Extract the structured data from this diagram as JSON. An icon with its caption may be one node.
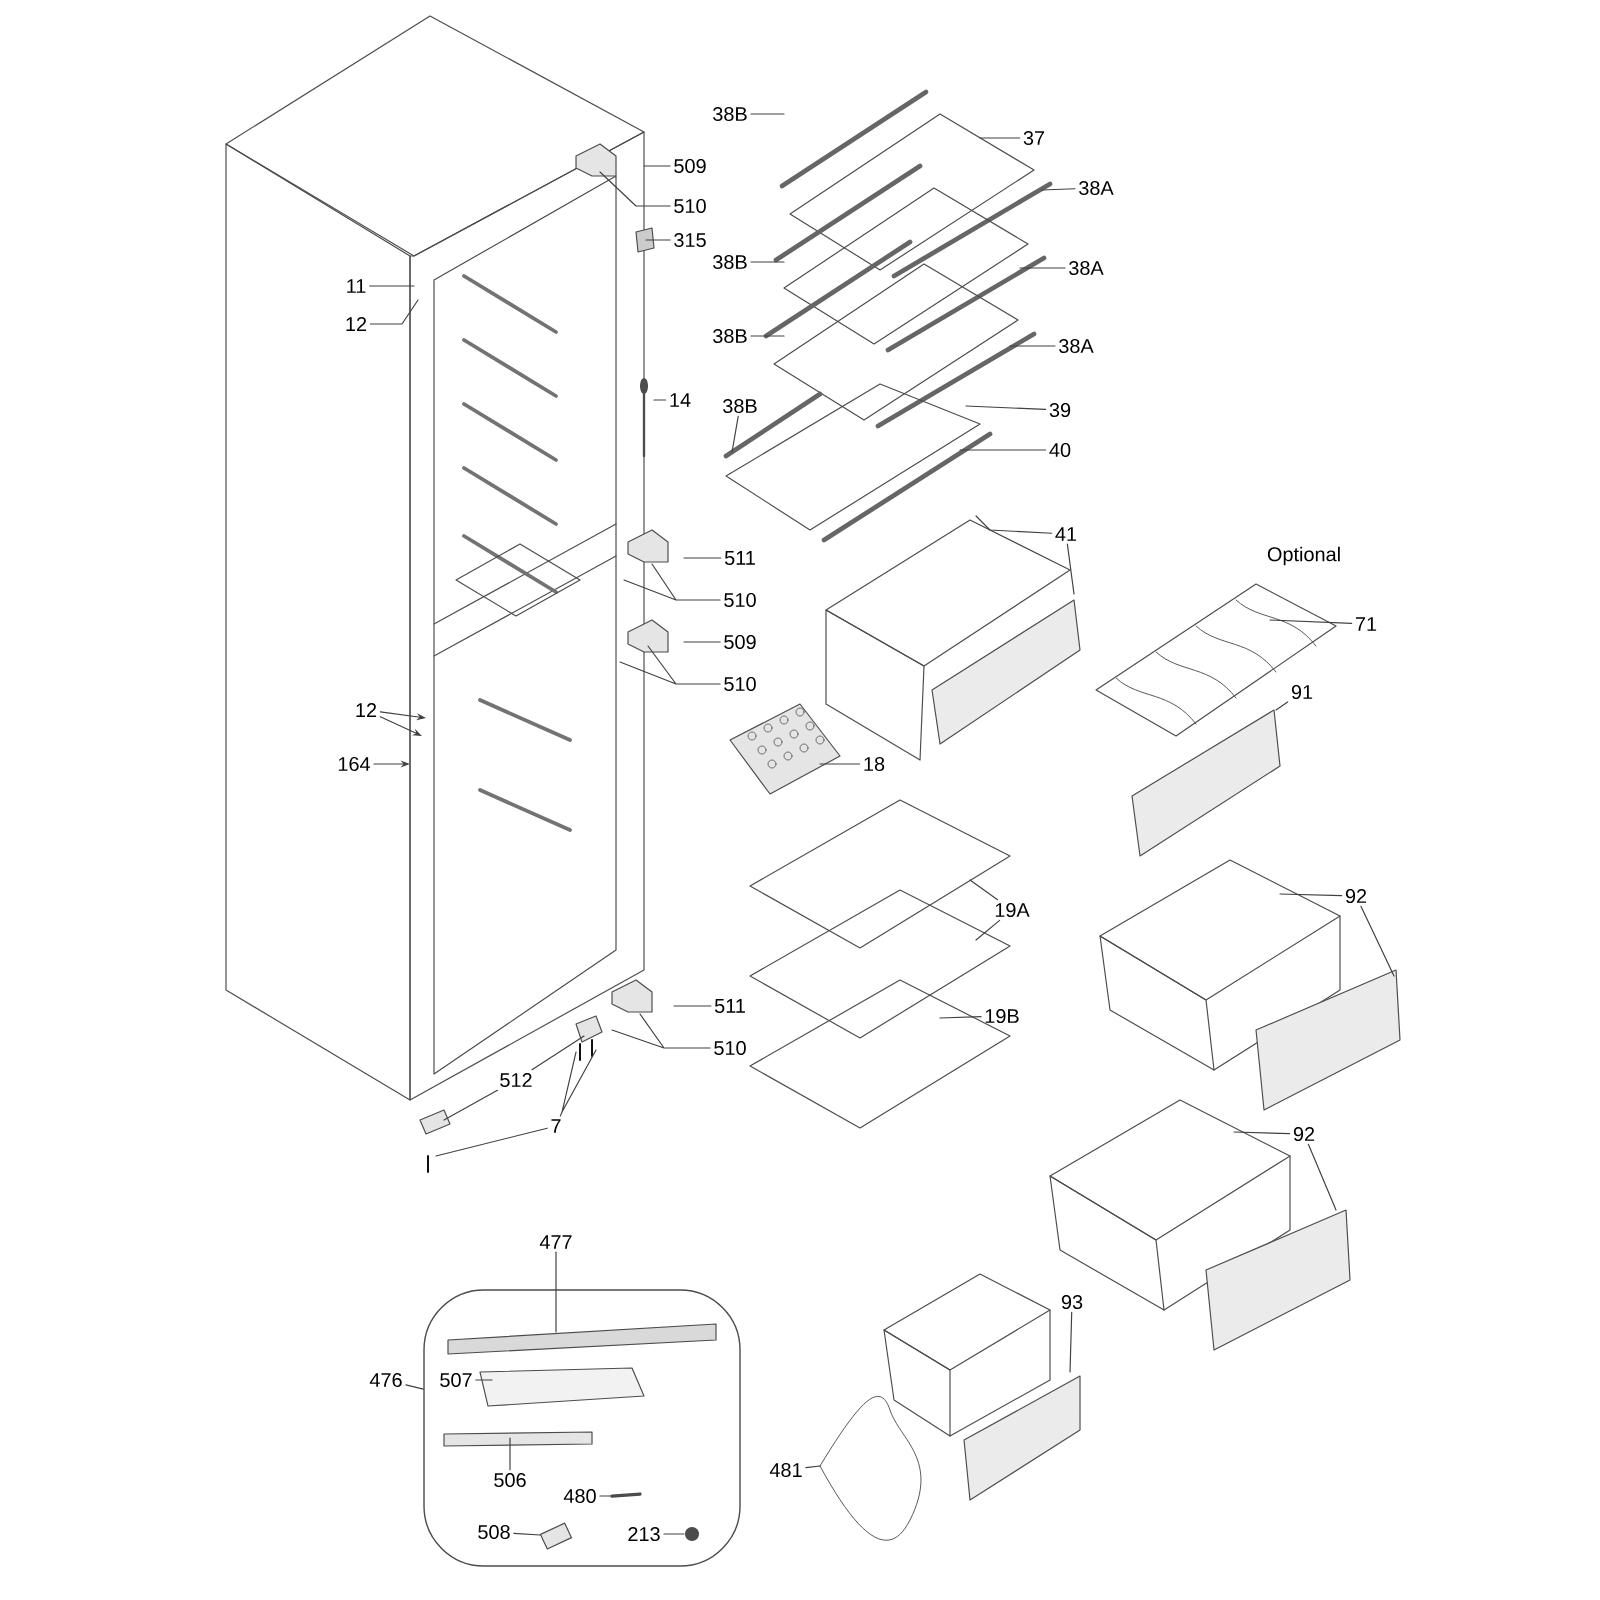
{
  "diagram": {
    "nodes": [
      {
        "text": [
          "509"
        ]
      },
      {
        "text": [
          "38B"
        ]
      },
      {
        "text": [
          "37"
        ]
      },
      {
        "text": [
          "510"
        ]
      },
      {
        "text": [
          "38A"
        ]
      },
      {
        "text": [
          "315"
        ]
      },
      {
        "text": [
          "38B"
        ]
      },
      {
        "text": [
          "38A"
        ]
      },
      {
        "text": [
          "11"
        ]
      },
      {
        "text": [
          "12"
        ]
      },
      {
        "text": [
          "38B"
        ]
      },
      {
        "text": [
          "38A"
        ]
      },
      {
        "text": [
          "14"
        ]
      },
      {
        "text": [
          "38B"
        ]
      },
      {
        "text": [
          "39"
        ]
      },
      {
        "text": [
          "40"
        ]
      },
      {
        "text": [
          "41"
        ]
      },
      {
        "text": [
          "511"
        ]
      },
      {
        "text": [
          "510"
        ]
      },
      {
        "text": [
          "509"
        ]
      },
      {
        "text": [
          "71"
        ]
      },
      {
        "text": [
          "510"
        ]
      },
      {
        "text": [
          "91"
        ]
      },
      {
        "text": [
          "12"
        ]
      },
      {
        "text": [
          "164"
        ]
      },
      {
        "text": [
          "18"
        ]
      },
      {
        "text": [
          "92"
        ]
      },
      {
        "text": [
          "19A"
        ]
      },
      {
        "text": [
          "511"
        ]
      },
      {
        "text": [
          "19B"
        ]
      },
      {
        "text": [
          "510"
        ]
      },
      {
        "text": [
          "512"
        ]
      },
      {
        "text": [
          "7"
        ]
      },
      {
        "text": [
          "92"
        ]
      },
      {
        "text": [],
        "shape": "box"
      },
      {
        "text": [
          "477"
        ]
      },
      {
        "text": [
          "93"
        ]
      },
      {
        "text": [
          "476"
        ]
      },
      {
        "text": [
          "507"
        ],
        "in": 34
      },
      {
        "text": [
          "481"
        ]
      },
      {
        "text": [
          "506"
        ],
        "in": 34
      },
      {
        "text": [
          "480"
        ],
        "in": 34
      },
      {
        "text": [
          "508"
        ],
        "in": 34
      },
      {
        "text": [
          "213"
        ],
        "in": 34
      },
      {
        "text": [],
        "shape": "picture",
        "in": 34
      }
    ],
    "edges": [
      {
        "from": 0,
        "to": null,
        "arrow": "none"
      },
      {
        "from": 3,
        "to": null,
        "arrow": "none"
      },
      {
        "from": 5,
        "to": null,
        "arrow": "none"
      },
      {
        "from": 8,
        "to": null,
        "arrow": "none"
      },
      {
        "from": 9,
        "to": null,
        "arrow": "none"
      },
      {
        "from": 12,
        "to": null,
        "arrow": "none"
      },
      {
        "from": 17,
        "to": null,
        "arrow": "none"
      },
      {
        "from": 18,
        "to": null,
        "arrow": "none"
      },
      {
        "from": 19,
        "to": null,
        "arrow": "none"
      },
      {
        "from": 21,
        "to": null,
        "arrow": "none"
      },
      {
        "from": 23,
        "to": null,
        "arrow": "to"
      },
      {
        "from": 23,
        "to": null,
        "arrow": "to"
      },
      {
        "from": 24,
        "to": null,
        "arrow": "to"
      },
      {
        "from": 25,
        "to": null,
        "arrow": "none"
      },
      {
        "from": 28,
        "to": null,
        "arrow": "none"
      },
      {
        "from": 30,
        "to": null,
        "arrow": "none"
      },
      {
        "from": 31,
        "to": null,
        "arrow": "none"
      },
      {
        "from": 31,
        "to": null,
        "arrow": "none"
      },
      {
        "from": 32,
        "to": null,
        "arrow": "none"
      },
      {
        "from": 32,
        "to": null,
        "arrow": "none"
      },
      {
        "from": 1,
        "to": null,
        "arrow": "none"
      },
      {
        "from": 2,
        "to": null,
        "arrow": "none"
      },
      {
        "from": 4,
        "to": null,
        "arrow": "none"
      },
      {
        "from": 6,
        "to": null,
        "arrow": "none"
      },
      {
        "from": 7,
        "to": null,
        "arrow": "none"
      },
      {
        "from": 10,
        "to": null,
        "arrow": "none"
      },
      {
        "from": 11,
        "to": null,
        "arrow": "none"
      },
      {
        "from": 14,
        "to": null,
        "arrow": "none"
      },
      {
        "from": 13,
        "to": null,
        "arrow": "none"
      },
      {
        "from": 15,
        "to": null,
        "arrow": "none"
      },
      {
        "from": 16,
        "to": null,
        "arrow": "none"
      },
      {
        "from": 16,
        "to": null,
        "arrow": "none"
      },
      {
        "from": 20,
        "to": null,
        "arrow": "none"
      },
      {
        "from": 22,
        "to": null,
        "arrow": "none"
      },
      {
        "from": 26,
        "to": null,
        "arrow": "none"
      },
      {
        "from": 26,
        "to": null,
        "arrow": "none"
      },
      {
        "from": 27,
        "to": null,
        "arrow": "none"
      },
      {
        "from": 27,
        "to": null,
        "arrow": "none"
      },
      {
        "from": 29,
        "to": null,
        "arrow": "none"
      },
      {
        "from": 33,
        "to": null,
        "arrow": "none"
      },
      {
        "from": 33,
        "to": null,
        "arrow": "none"
      },
      {
        "from": 36,
        "to": null,
        "arrow": "none"
      },
      {
        "from": 39,
        "to": null,
        "arrow": "none"
      },
      {
        "from": 37,
        "to": 34,
        "arrow": "none"
      },
      {
        "from": 35,
        "to": null,
        "arrow": "none"
      },
      {
        "from": 38,
        "to": null,
        "arrow": "none"
      },
      {
        "from": 40,
        "to": null,
        "arrow": "none"
      },
      {
        "from": 41,
        "to": null,
        "arrow": "none"
      },
      {
        "from": 42,
        "to": 44,
        "arrow": "none"
      },
      {
        "from": 43,
        "to": null,
        "arrow": "none"
      }
    ],
    "labels": [
      "Optional"
    ]
  }
}
